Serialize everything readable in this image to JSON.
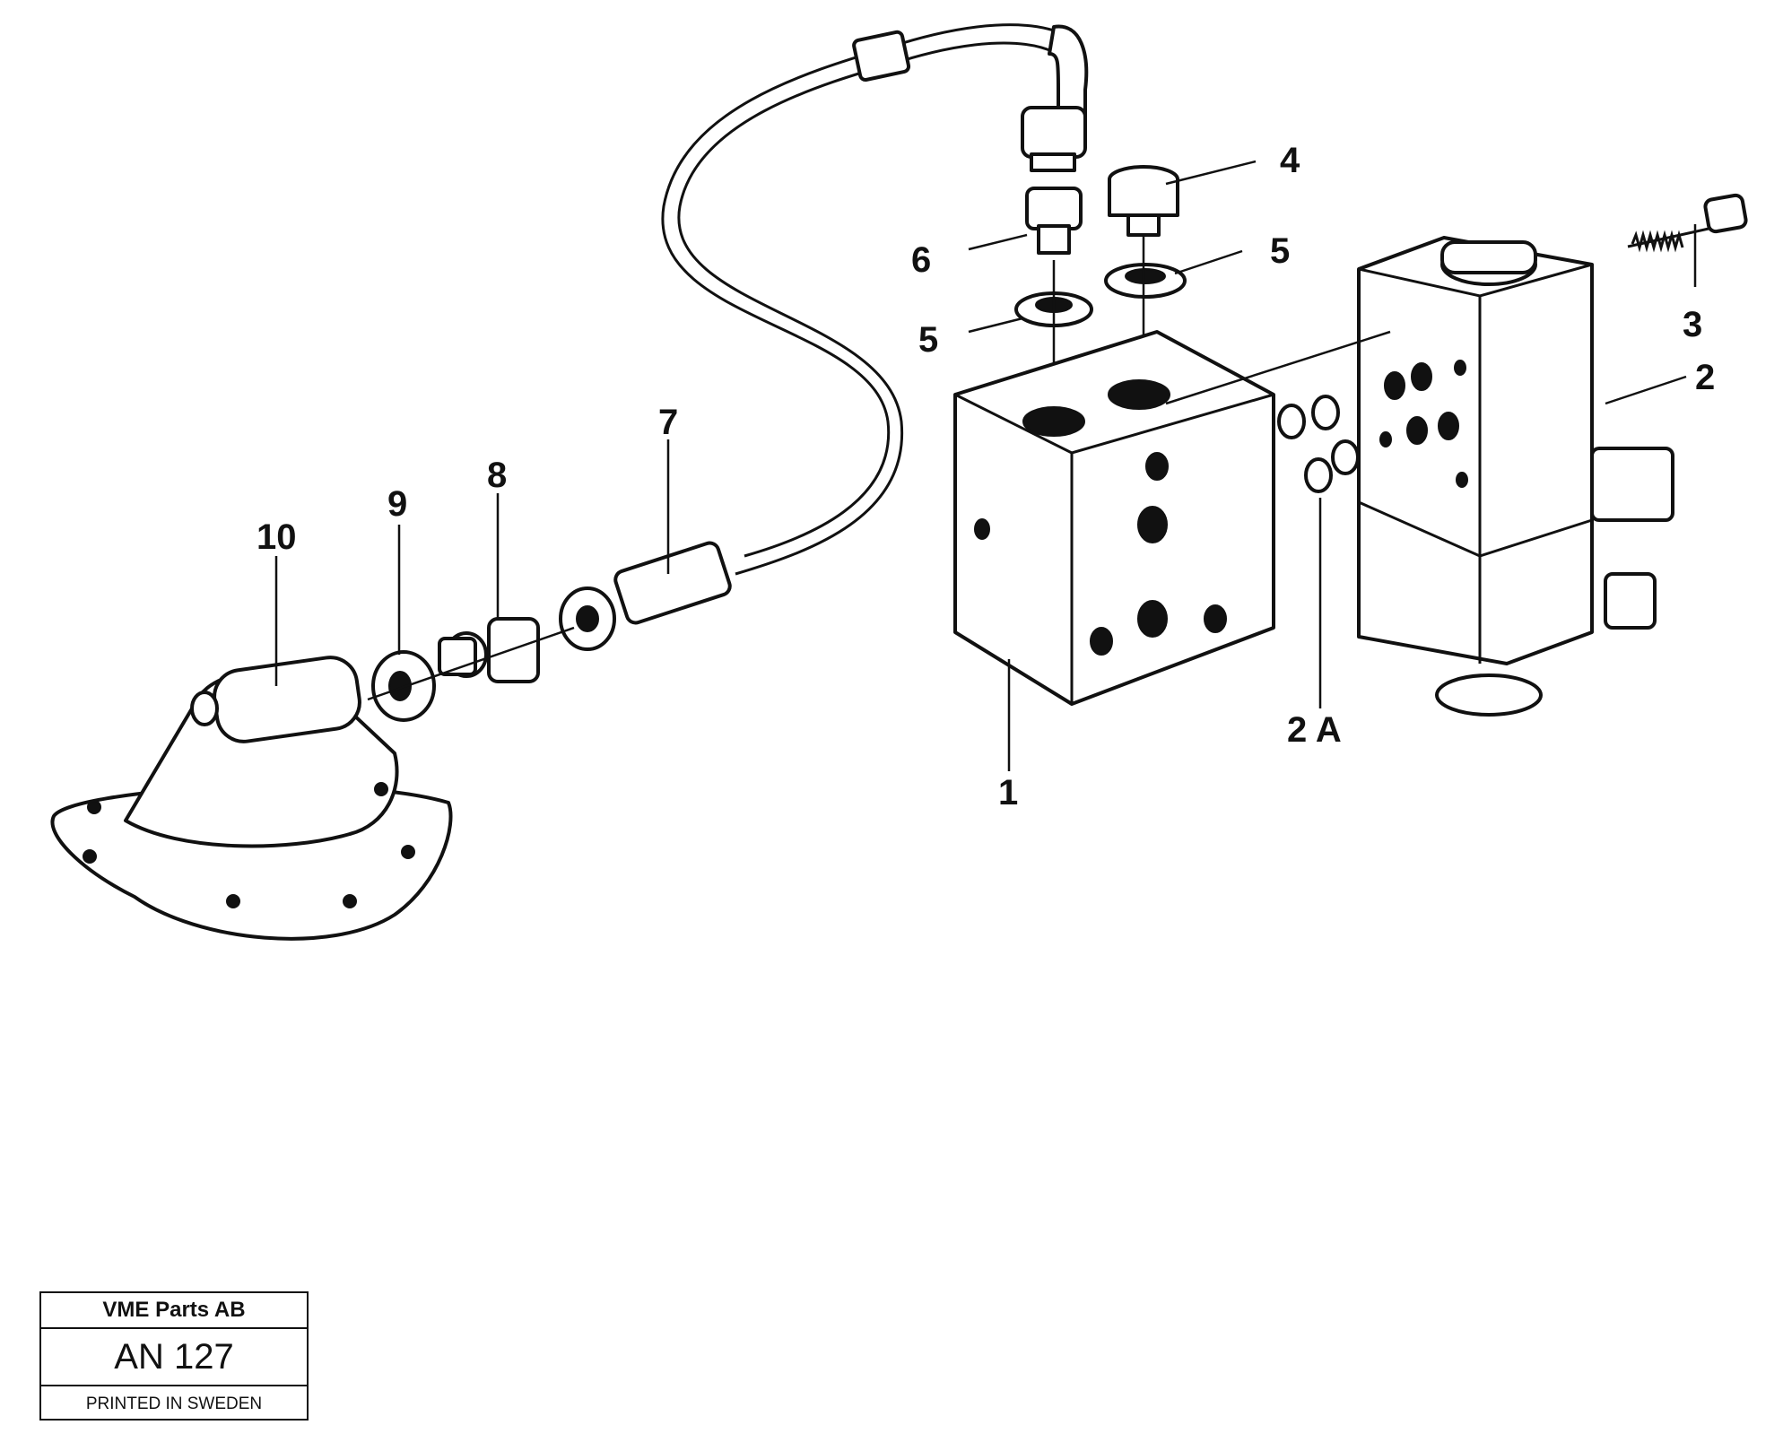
{
  "callouts": [
    "1",
    "2",
    "2 A",
    "3",
    "4",
    "5",
    "5",
    "6",
    "7",
    "8",
    "9",
    "10"
  ],
  "title_block": {
    "company": "VME Parts AB",
    "doc_number": "AN 127",
    "printed": "PRINTED IN SWEDEN"
  }
}
